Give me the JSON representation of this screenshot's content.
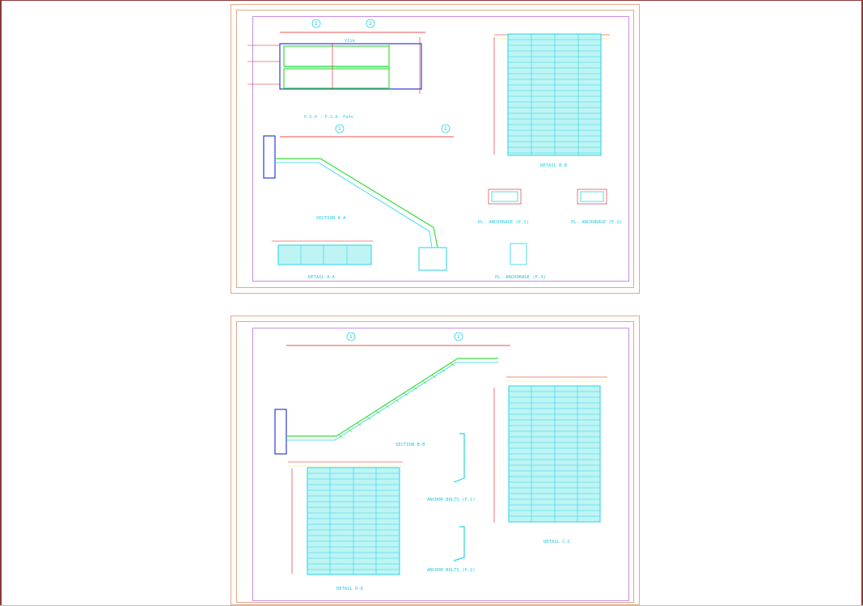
{
  "sheet1": {
    "axis_a": "1",
    "axis_b": "2",
    "axis_c": "1",
    "axis_d": "1",
    "plan_label": "VIGA",
    "plan_title": "P.S.A - P.S.A. Paño",
    "section_aa_title": "SECTION  A-A",
    "detail_aa_title": "DETAIL  A-A",
    "detail_bb_title": "DETAIL  B-B",
    "anchorage_1_title": "PL. ANCHORAGE (P.1)",
    "anchorage_2_title": "PL. ANCHORAGE (P.2)",
    "anchorage_3_title": "PL. ANCHORAGE (P.3)"
  },
  "sheet2": {
    "axis_a": "1",
    "axis_b": "1",
    "section_bb_title": "SECTION  B-B",
    "anchor_1_title": "ANCHOR BOLTS (P.1)",
    "anchor_2_title": "ANCHOR BOLTS (P.2)",
    "detail_cc_title": "DETAIL  C-C",
    "detail_dd_title": "DETAIL  D-D"
  },
  "colors": {
    "cyan": "#22d6e6",
    "green": "#39e03a",
    "red": "#e01818",
    "yellow": "#e4e01c",
    "magenta": "#b25ad8"
  }
}
